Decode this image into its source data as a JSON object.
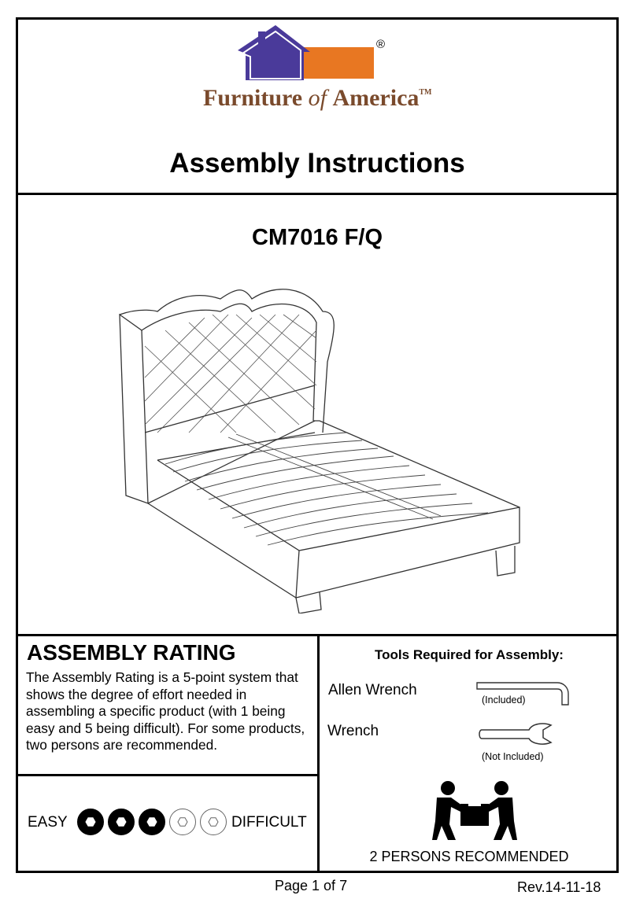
{
  "header": {
    "logo": {
      "brand_prefix": "Furniture ",
      "brand_of": "of ",
      "brand_suffix": "America",
      "trademark": "TM",
      "registered": "®"
    },
    "title": "Assembly Instructions"
  },
  "product": {
    "model": "CM7016 F/Q",
    "illustration": "upholstered-bed-drawing"
  },
  "assembly_rating": {
    "heading": "ASSEMBLY RATING",
    "description": "The Assembly Rating is a 5-point system that shows the degree of effort needed in assembling a specific product (with 1 being easy and 5 being difficult).  For some products, two persons are recommended.",
    "easy_label": "EASY",
    "difficult_label": "DIFFICULT",
    "rating": 3,
    "max_rating": 5
  },
  "tools": {
    "heading": "Tools Required for Assembly:",
    "items": [
      {
        "name": "Allen Wrench",
        "note": "(Included)",
        "icon": "allen-wrench-icon"
      },
      {
        "name": "Wrench",
        "note": "(Not Included)",
        "icon": "wrench-icon"
      }
    ],
    "persons_label": "2 PERSONS RECOMMENDED",
    "persons_icon": "two-persons-lifting-icon"
  },
  "footer": {
    "page": "Page 1 of 7",
    "revision": "Rev.14-11-18"
  },
  "colors": {
    "logo_blue": "#4a3a9a",
    "logo_orange": "#e87722",
    "logo_text": "#7a4a2c"
  }
}
